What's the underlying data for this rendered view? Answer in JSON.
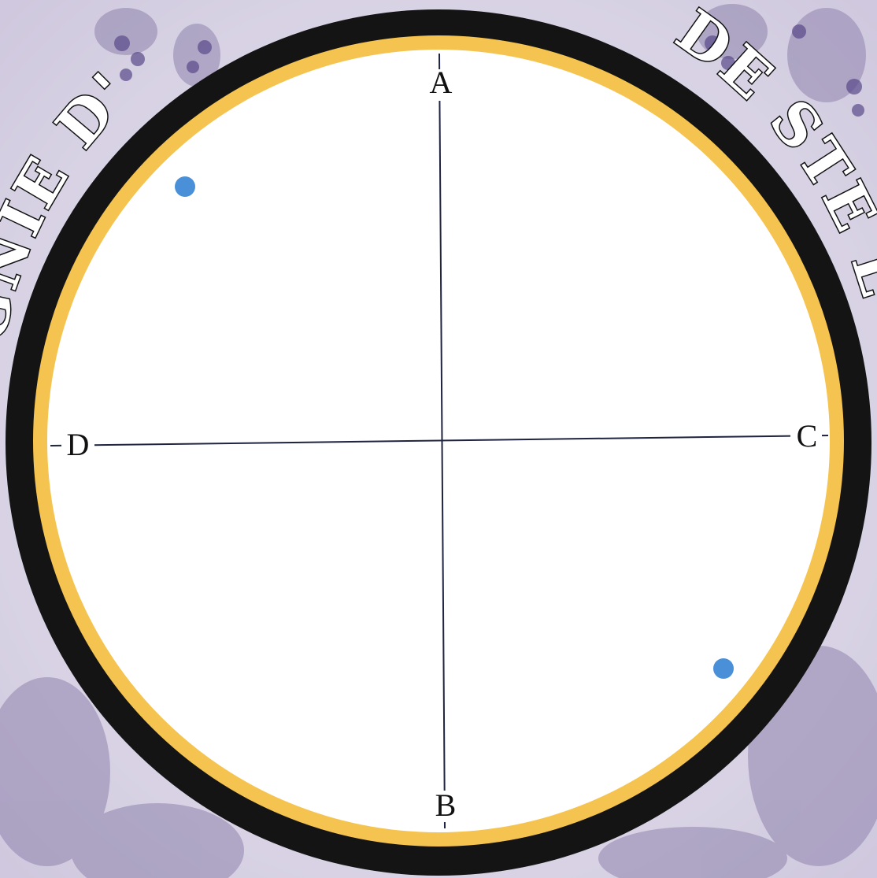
{
  "banner": {
    "text_left": "GNIE D'",
    "text_right": "DE STE L"
  },
  "diagram": {
    "labels": {
      "top": "A",
      "bottom": "B",
      "right": "C",
      "left": "D"
    },
    "colors": {
      "outer_ring": "#141414",
      "inner_ring": "#f5c34f",
      "face": "#ffffff",
      "axis": "#1f2440",
      "marker": "#4a90d9",
      "background": "#d9d4e3",
      "foliage": "#8f84ad"
    },
    "markers": [
      {
        "name": "marker-upper-left"
      },
      {
        "name": "marker-lower-right"
      }
    ]
  }
}
